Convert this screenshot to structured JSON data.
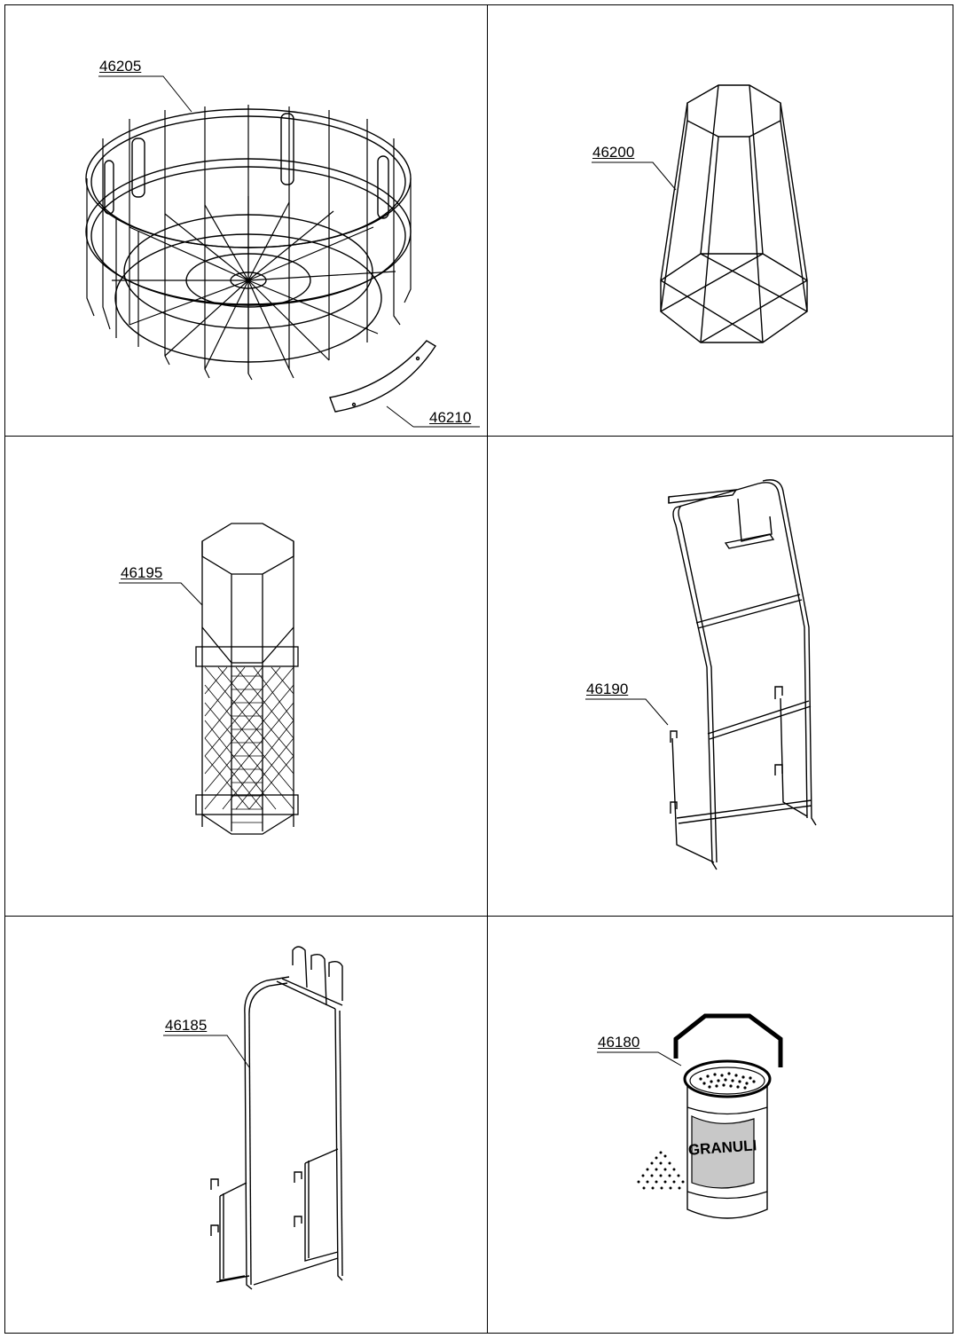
{
  "parts": [
    {
      "id": "46205",
      "description_icon": "round-wire-basket"
    },
    {
      "id": "46210",
      "description_icon": "curved-bracket"
    },
    {
      "id": "46200",
      "description_icon": "octagonal-tapered-frame"
    },
    {
      "id": "46195",
      "description_icon": "octagonal-column-frame"
    },
    {
      "id": "46190",
      "description_icon": "wire-stand-rack"
    },
    {
      "id": "46185",
      "description_icon": "wire-hook-rack"
    },
    {
      "id": "46180",
      "description_icon": "granule-bucket"
    }
  ],
  "bucket_label": "GRANULI",
  "colors": {
    "line": "#000000",
    "label_fill": "#c8c8c8",
    "background": "#ffffff"
  }
}
